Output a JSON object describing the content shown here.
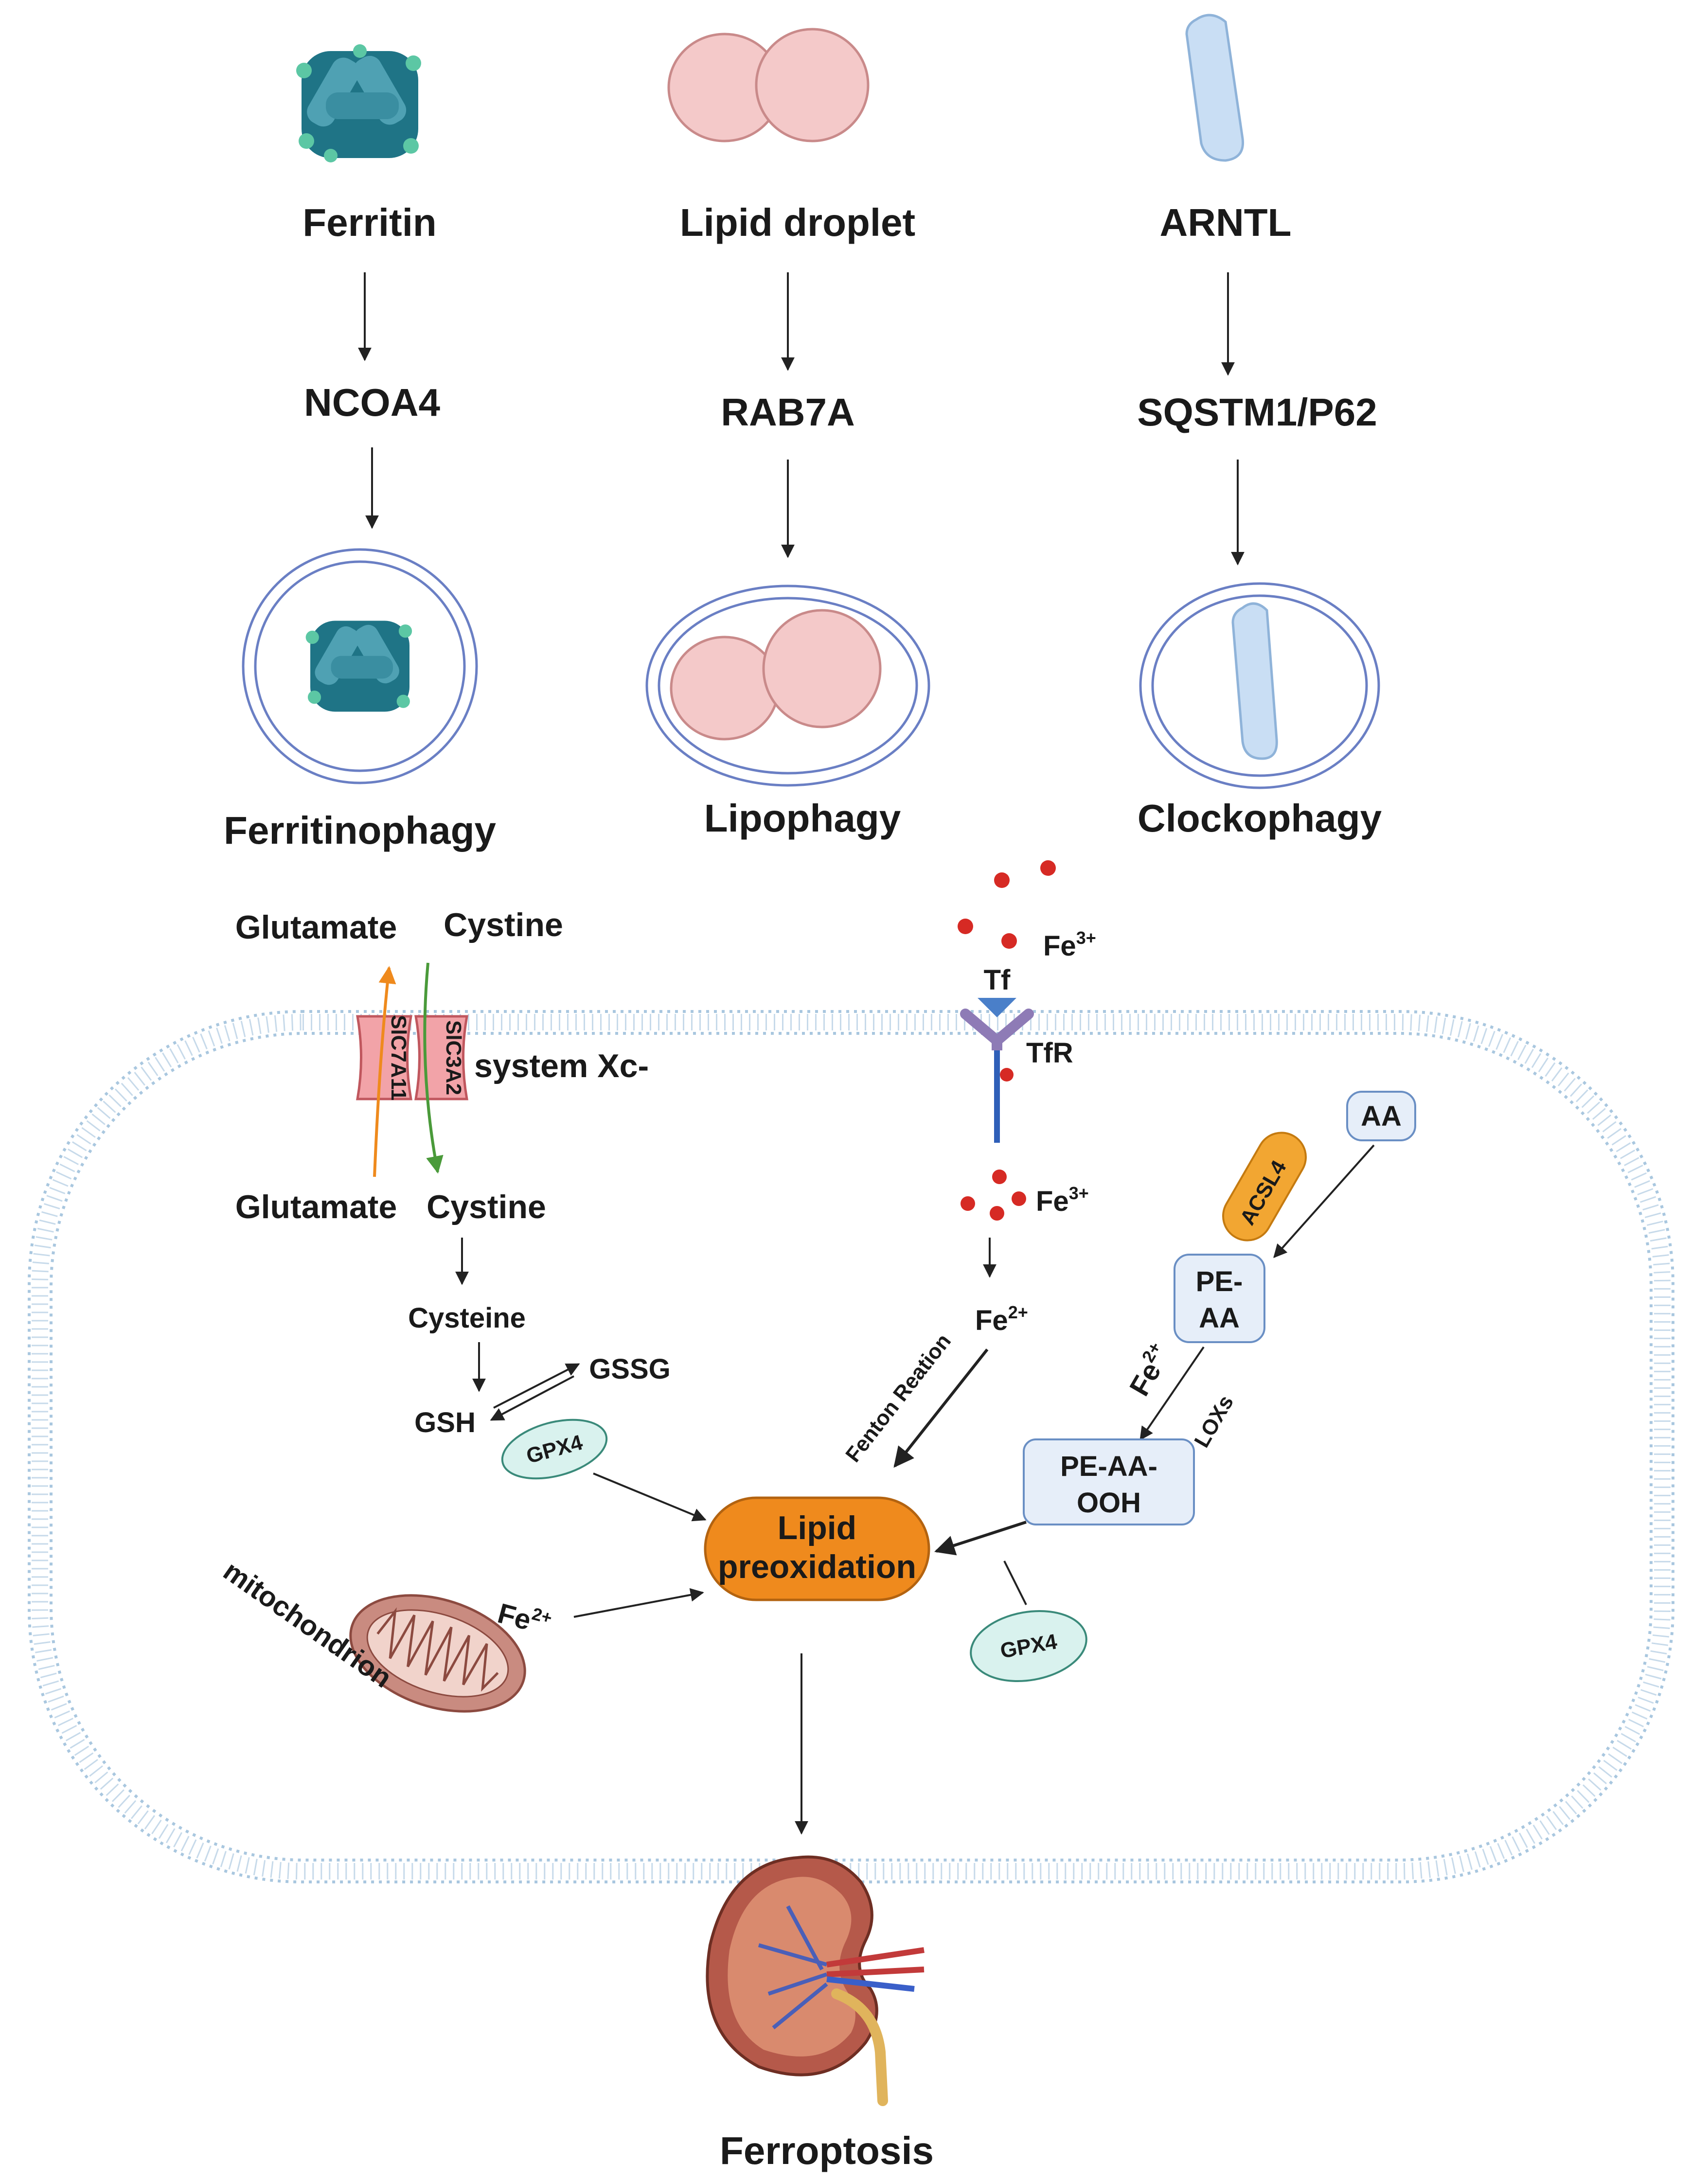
{
  "colors": {
    "ferritin_dark": "#1f7486",
    "ferritin_light": "#4fa1b3",
    "ferritin_bead": "#5cc7a4",
    "droplet_fill": "#f4c9c9",
    "droplet_stroke": "#c98a8a",
    "clock_fill": "#c9def4",
    "clock_stroke": "#8fb3d9",
    "membrane": "#a9c7df",
    "orange": "#ef8a1d",
    "iron_red": "#d62a24",
    "tfr_purple": "#8e7bb6",
    "tfr_blue": "#2f5fb8",
    "gpx4_fill": "#d9f2ee",
    "box_fill": "#e6eef9",
    "arrow": "#222222"
  },
  "top": {
    "col1": {
      "source": "Ferritin",
      "mediator": "NCOA4",
      "process": "Ferritinophagy"
    },
    "col2": {
      "source": "Lipid droplet",
      "mediator": "RAB7A",
      "process": "Lipophagy"
    },
    "col3": {
      "source": "ARNTL",
      "mediator": "SQSTM1/P62",
      "process": "Clockophagy"
    }
  },
  "xc": {
    "glutamate_out": "Glutamate",
    "cystine_out": "Cystine",
    "transporter_left": "SlC7A11",
    "transporter_right": "SlC3A2",
    "system_label": "system Xc-",
    "glutamate_in": "Glutamate",
    "cystine_in": "Cystine",
    "cysteine": "Cysteine",
    "gsh": "GSH",
    "gssg": "GSSG",
    "gpx4_left": "GPX4"
  },
  "iron": {
    "fe3_out": "Fe",
    "fe3_out_sup": "3+",
    "tf": "Tf",
    "tfr": "TfR",
    "fe3_in": "Fe",
    "fe3_in_sup": "3+",
    "fe2": "Fe",
    "fe2_sup": "2+",
    "fenton": "Fenton Reation"
  },
  "lipid": {
    "aa": "AA",
    "acsl4": "ACSL4",
    "pe_aa_line1": "PE-",
    "pe_aa_line2": "AA",
    "fe2": "Fe",
    "fe2_sup": "2+",
    "loxs": "LOXs",
    "peaaooh_line1": "PE-AA-",
    "peaaooh_line2": "OOH",
    "gpx4_right": "GPX4"
  },
  "center": {
    "lipid_line1": "Lipid",
    "lipid_line2": "preoxidation"
  },
  "mito": {
    "label": "mitochondrion",
    "fe": "Fe",
    "fe_sup": "2+"
  },
  "bottom": {
    "outcome": "Ferroptosis"
  }
}
